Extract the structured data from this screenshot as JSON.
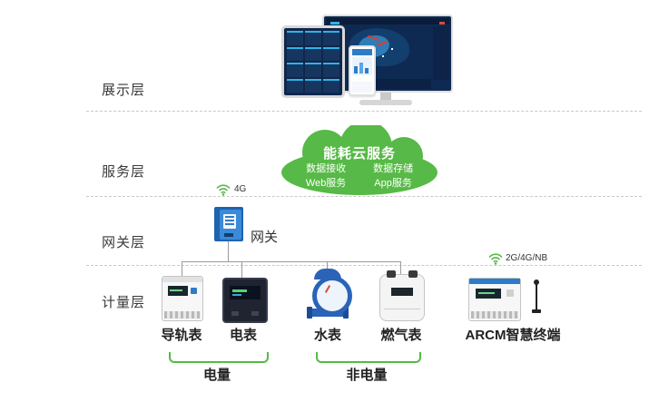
{
  "layers": [
    {
      "label": "展示层"
    },
    {
      "label": "服务层"
    },
    {
      "label": "网关层"
    },
    {
      "label": "计量层"
    }
  ],
  "cloud": {
    "title": "能耗云服务",
    "services": [
      "数据接收",
      "Web服务",
      "数据存储",
      "App服务"
    ],
    "color": "#57b947"
  },
  "gateway": {
    "label": "网关",
    "network": "4G"
  },
  "devices": [
    {
      "label": "导轨表"
    },
    {
      "label": "电表"
    },
    {
      "label": "水表"
    },
    {
      "label": "燃气表"
    },
    {
      "label": "ARCM智慧终端",
      "network": "2G/4G/NB"
    }
  ],
  "groups": [
    {
      "label": "电量"
    },
    {
      "label": "非电量"
    }
  ],
  "colors": {
    "accent_green": "#57b947",
    "device_blue": "#2e7cc9",
    "line_gray": "#9a9a9a"
  }
}
